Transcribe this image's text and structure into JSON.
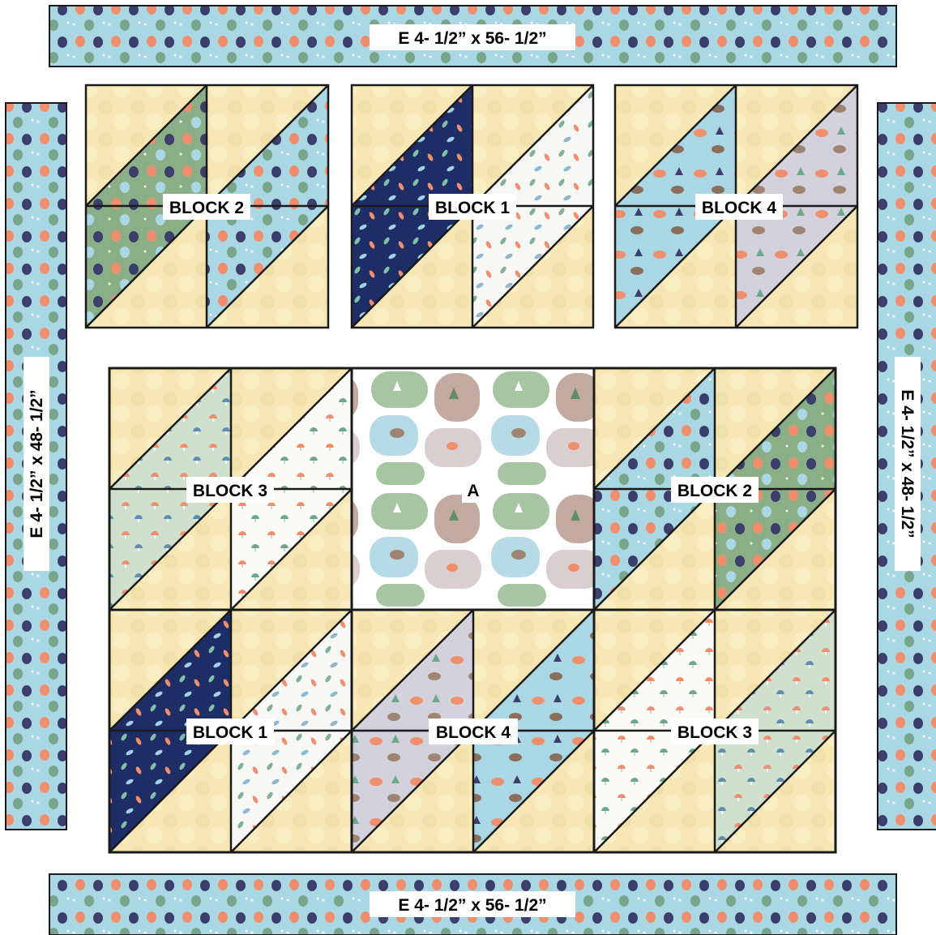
{
  "colors": {
    "cream": "#f6e7b4",
    "cream_dark": "#ead79a",
    "sage_owls": "#8aae86",
    "owl_blue": "#a9d7e3",
    "navy_leaves": "#1f2d66",
    "white_leaves": "#f7f8f5",
    "mint_mushrooms": "#cfe0cc",
    "white_mushrooms": "#fafaf7",
    "lavender_animals": "#d3d2dc",
    "blue_animals": "#a9d7e3",
    "panel_green": "#a8c5a3",
    "outline": "#1a1a1a"
  },
  "borders": {
    "top_label": "E 4- 1/2” x 56- 1/2”",
    "bottom_label": "E 4- 1/2” x 56- 1/2”",
    "left_label": "E 4- 1/2” x 48- 1/2”",
    "right_label": "E 4- 1/2” x 48- 1/2”"
  },
  "blocks": {
    "top_left": "BLOCK 2",
    "top_middle": "BLOCK 1",
    "top_right": "BLOCK 4",
    "center_left": "BLOCK 3",
    "center_panel": "A",
    "center_right": "BLOCK 2",
    "bottom_left": "BLOCK 1",
    "bottom_middle": "BLOCK 4",
    "bottom_right": "BLOCK 3"
  },
  "icons": {
    "border_fabric": "owl-print-fabric",
    "panel_fabric": "woodland-animals-panel"
  }
}
